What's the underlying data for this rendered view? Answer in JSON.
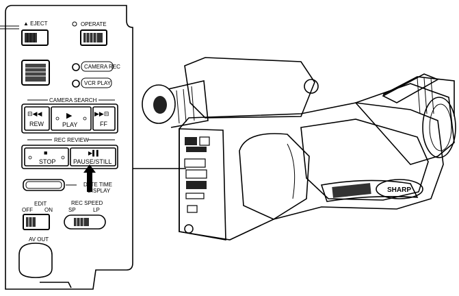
{
  "panel": {
    "eject_label": "▲ EJECT",
    "operate_label": "OPERATE",
    "camera_rec_label": "CAMERA REC",
    "vcr_play_label": "VCR PLAY",
    "camera_search_label": "CAMERA SEARCH",
    "rew_symbol": "⊟◀◀",
    "rew_label": "REW",
    "play_symbol": "▶",
    "play_label": "PLAY",
    "ff_symbol": "▶▶⊟",
    "ff_label": "FF",
    "rec_review_label": "REC REVIEW",
    "stop_symbol": "■",
    "stop_label": "STOP",
    "pause_symbol": "▶▌▌",
    "pause_label": "PAUSE/STILL",
    "date_time_label_1": "DATE TIME",
    "date_time_label_2": "DISPLAY",
    "edit_label": "EDIT",
    "edit_off": "OFF",
    "edit_on": "ON",
    "rec_speed_label": "REC SPEED",
    "rec_speed_sp": "SP",
    "rec_speed_lp": "LP",
    "av_out_label": "AV OUT"
  },
  "camera": {
    "brand": "SHARP"
  }
}
